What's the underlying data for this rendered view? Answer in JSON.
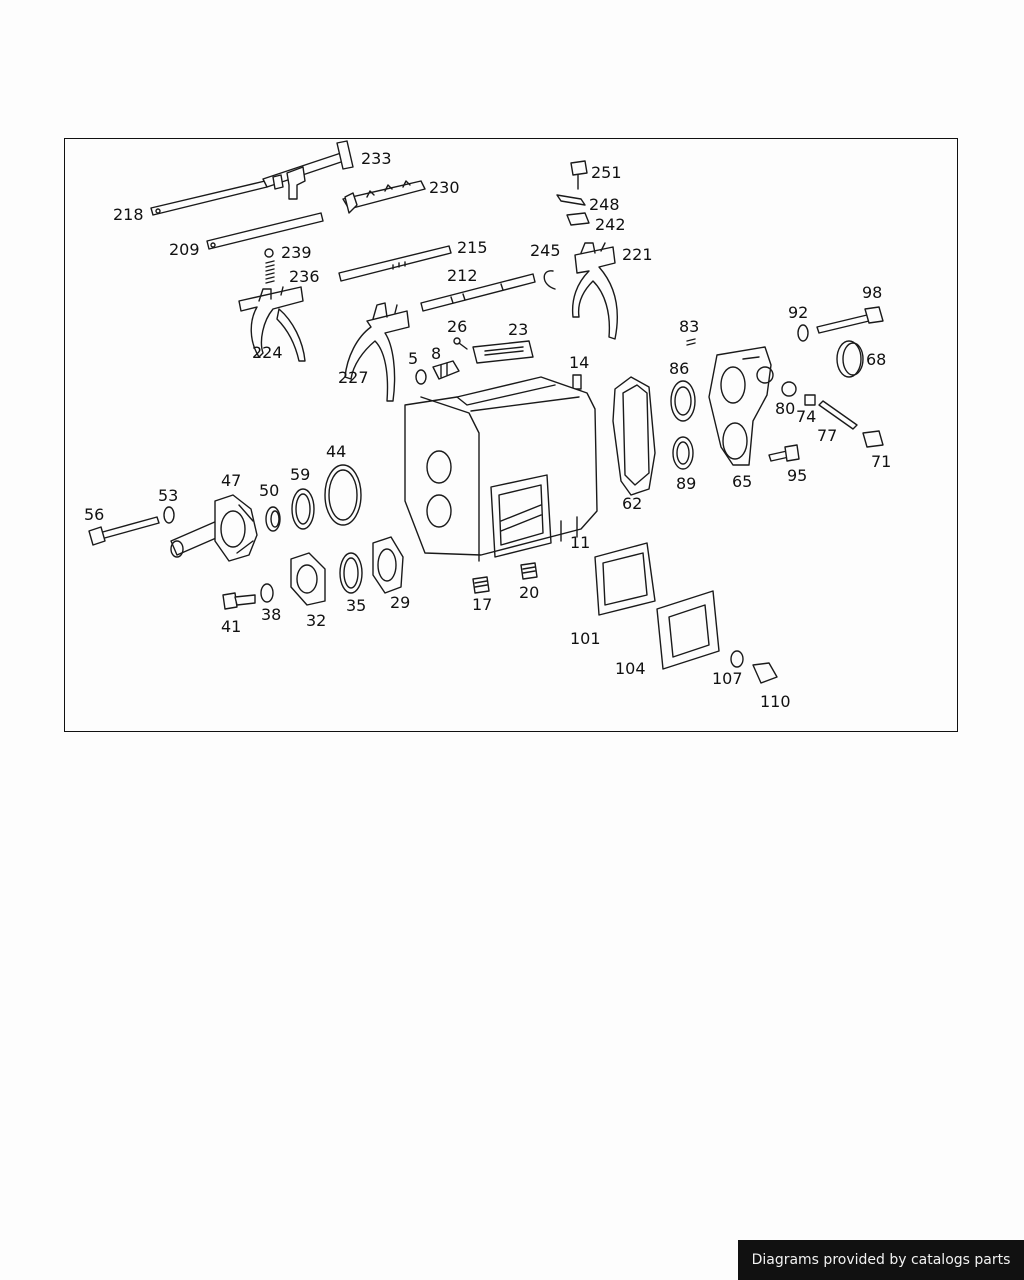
{
  "callouts": [
    "233",
    "230",
    "218",
    "209",
    "239",
    "236",
    "215",
    "212",
    "224",
    "227",
    "251",
    "248",
    "242",
    "245",
    "221",
    "26",
    "23",
    "5",
    "8",
    "14",
    "83",
    "86",
    "92",
    "98",
    "68",
    "80",
    "74",
    "77",
    "71",
    "95",
    "65",
    "89",
    "62",
    "11",
    "44",
    "59",
    "50",
    "47",
    "53",
    "56",
    "17",
    "20",
    "41",
    "38",
    "32",
    "35",
    "29",
    "101",
    "104",
    "107",
    "110"
  ],
  "credit": "Diagrams provided by catalogs parts"
}
